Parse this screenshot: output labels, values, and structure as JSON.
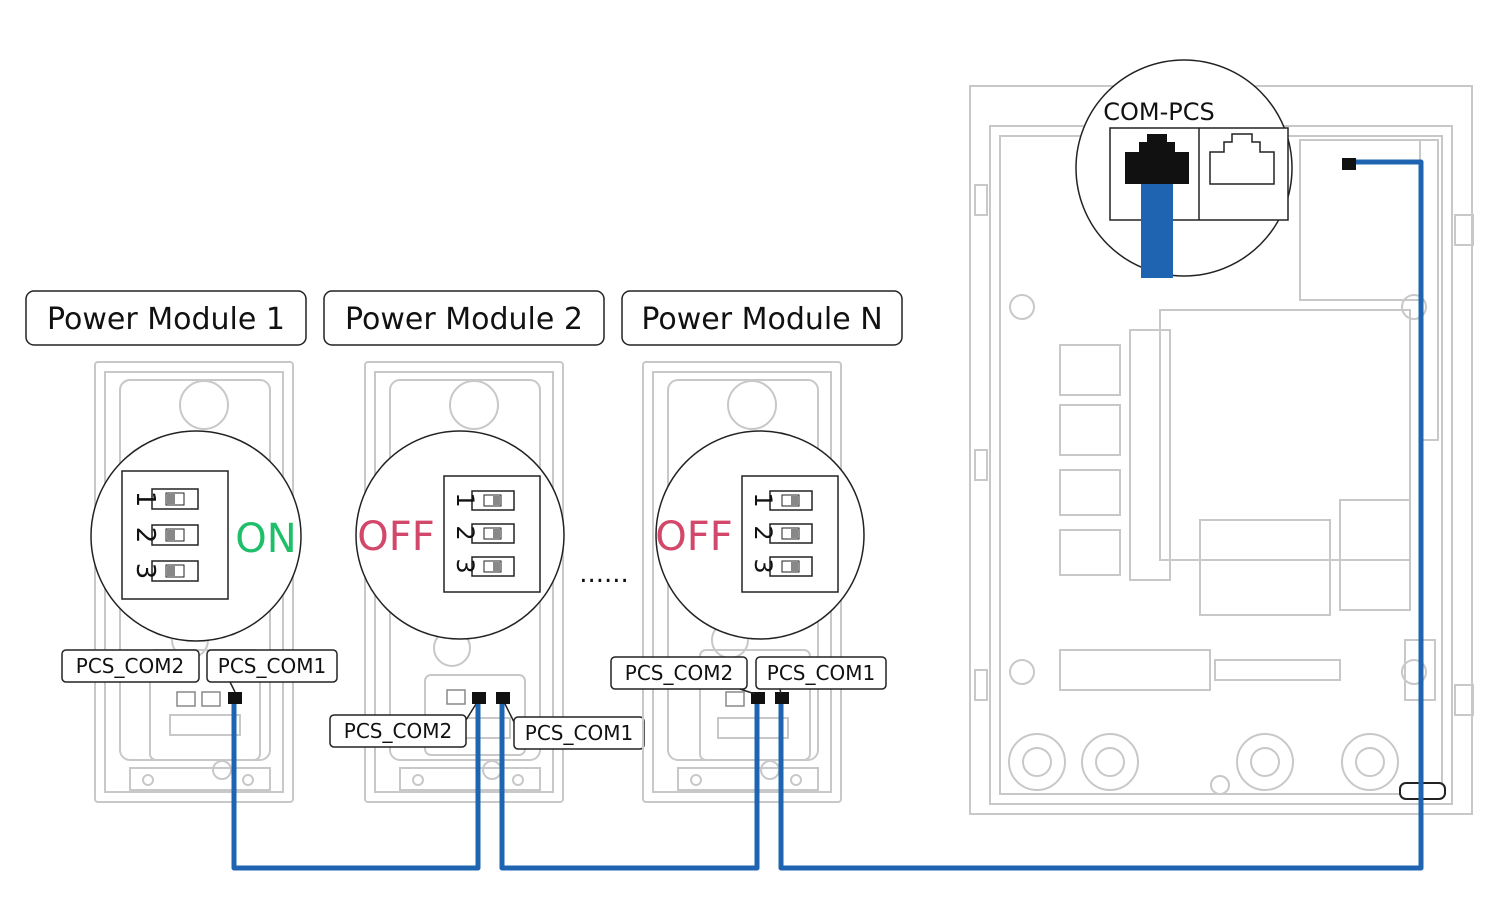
{
  "modules": [
    {
      "title": "Power Module 1",
      "state": "ON",
      "state_color": "#1fbf6a",
      "left_port": "PCS_COM2",
      "right_port": "PCS_COM1",
      "switch_numbers": [
        "1",
        "2",
        "3"
      ]
    },
    {
      "title": "Power Module 2",
      "state": "OFF",
      "state_color": "#d2486a",
      "left_port": "PCS_COM2",
      "right_port": "PCS_COM1",
      "switch_numbers": [
        "1",
        "2",
        "3"
      ]
    },
    {
      "title": "Power Module N",
      "state": "OFF",
      "state_color": "#d2486a",
      "left_port": "PCS_COM2",
      "right_port": "PCS_COM1",
      "switch_numbers": [
        "1",
        "2",
        "3"
      ]
    }
  ],
  "ellipsis": "......",
  "com_pcs_label": "COM-PCS",
  "colors": {
    "cable": "#1f64b0",
    "outline": "#c8c8c8",
    "ink": "#111111"
  }
}
